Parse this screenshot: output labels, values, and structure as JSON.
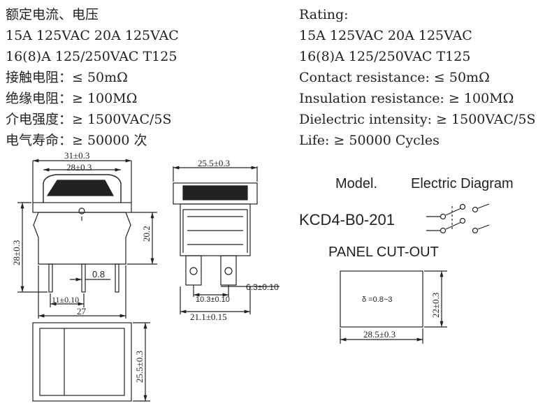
{
  "specs_cn": {
    "rating": "额定电流、电压",
    "line1": "15A 125VAC  20A 125VAC",
    "line2": "16(8)A 125/250VAC T125",
    "contact": "接触电阻：≤ 50mΩ",
    "insulation": "绝缘电阻：≥ 100MΩ",
    "dielectric": "介电强度：≥ 1500VAC/5S",
    "life": "电气寿命：≥ 50000 次"
  },
  "specs_en": {
    "rating": "Rating:",
    "line1": "15A 125VAC  20A 125VAC",
    "line2": "16(8)A 125/250VAC T125",
    "contact": "Contact resistance: ≤ 50mΩ",
    "insulation": "Insulation resistance: ≥ 100MΩ",
    "dielectric": "Dielectric intensity: ≥ 1500VAC/5S",
    "life": "Life: ≥ 50000 Cycles"
  },
  "dims": {
    "width_outer": "31±0.3",
    "width_inner": "28±0.3",
    "height_total": "28±0.3",
    "height_body": "20.2",
    "pin_thickness": "0.8",
    "pin_spacing": "11±0.10",
    "body_width": "27",
    "side_width": "25.5±0.3",
    "terminal_width": "6.3±0.10",
    "terminal_spacing": "10.3±0.10",
    "side_base": "21.1±0.15",
    "bottom_height": "25.5±0.3"
  },
  "model": {
    "model_label": "Model.",
    "diagram_label": "Electric Diagram",
    "model_number": "KCD4-B0-201"
  },
  "cutout": {
    "title": "PANEL CUT-OUT",
    "delta": "δ =0.8~3",
    "height": "22±0.3",
    "width": "28.5±0.3"
  }
}
